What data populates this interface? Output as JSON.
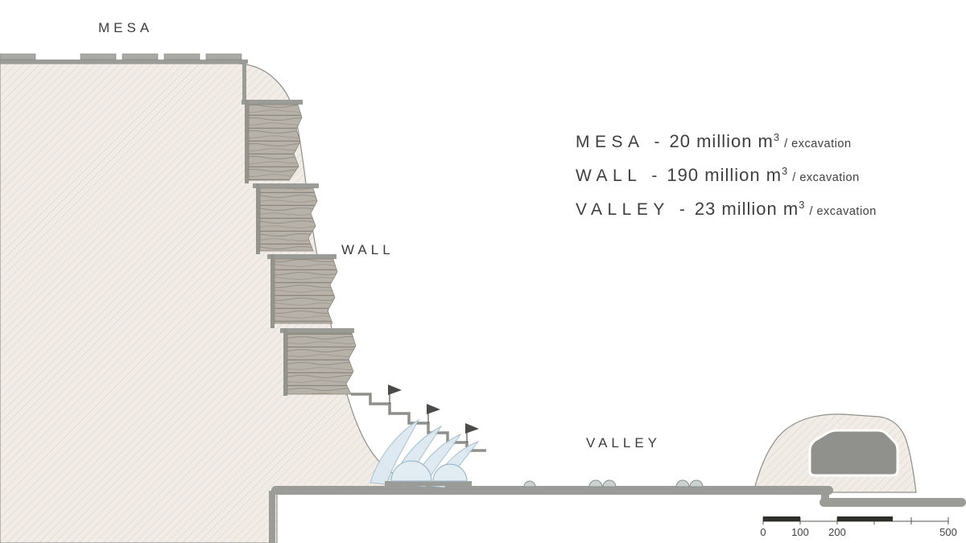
{
  "diagram": {
    "site_labels": {
      "mesa": "MESA",
      "wall": "WALL",
      "valley": "VALLEY"
    }
  },
  "legend": {
    "rows": [
      {
        "name": "MESA",
        "dash": "-",
        "amount": "20 million m",
        "exponent": "3",
        "suffix": "/ excavation"
      },
      {
        "name": "WALL",
        "dash": "-",
        "amount": "190 million m",
        "exponent": "3",
        "suffix": "/ excavation"
      },
      {
        "name": "VALLEY",
        "dash": "-",
        "amount": "23 million m",
        "exponent": "3",
        "suffix": "/ excavation"
      }
    ]
  },
  "scalebar": {
    "labels": [
      "0",
      "100",
      "200",
      "500"
    ]
  },
  "colors": {
    "terrain_fill": "#f1ece7",
    "hatch_line": "#ddd0c6",
    "structure_gray": "#9b9b97",
    "stone": "#b7b2a9",
    "sail_blue": "#dde8f1",
    "text": "#3f3f3f"
  }
}
